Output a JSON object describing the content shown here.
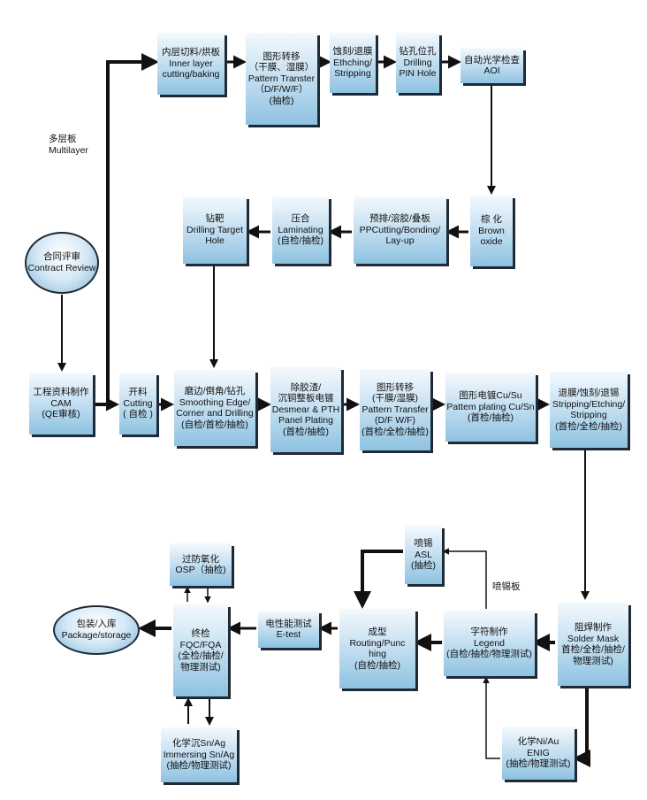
{
  "nodes": {
    "inner_layer": [
      "内层切料/烘板",
      "Inner layer",
      "cutting/baking"
    ],
    "pattern_transfer_1": [
      "图形转移",
      "（干膜、湿膜）",
      "Pattern Transter",
      "（D/F/W/F）",
      "(抽检)"
    ],
    "etching": [
      "蚀刻/退膜",
      "Ethching/",
      "Stripping"
    ],
    "drill_pin": [
      "钻孔位孔",
      "Drilling",
      "PIN Hole"
    ],
    "aoi": [
      "自动光学检查",
      "AOI"
    ],
    "brown_oxide": [
      "棕  化",
      "Brown",
      "oxide"
    ],
    "pp_cutting": [
      "预排/溶胶/叠板",
      "PPCutting/Bonding/",
      "Lay-up"
    ],
    "laminating": [
      "压合",
      "Laminating",
      "(自检/抽检)"
    ],
    "drill_target": [
      "钻靶",
      "Drilling Target",
      "Hole"
    ],
    "contract_review": [
      "合同评审",
      "Contract Review"
    ],
    "cam": [
      "工程资料制作",
      "CAM",
      "(QE审核)"
    ],
    "cutting": [
      "开料",
      "Cutting",
      "( 自检 )"
    ],
    "smoothing": [
      "磨边/倒角/钻孔",
      "Smoothing Edge/",
      "Corner and Drilling",
      "(自检/首检/抽检)"
    ],
    "desmear": [
      "除胶渣/",
      "沉铜整板电镀",
      "Desmear & PTH",
      "Panel Plating",
      "(首检/抽检)"
    ],
    "pattern_transfer_2": [
      "图形转移",
      "(干膜/湿膜)",
      "Pattern Transfer",
      "(D/F W/F)",
      "(首检/全检/抽检)"
    ],
    "pattern_plating": [
      "图形电镀Cu/Su",
      "Pattem plating Cu/Sn",
      "(首检/抽检)"
    ],
    "stripping": [
      "退膜/蚀刻/退锡",
      "Stripping/Etching/",
      "Stripping",
      "(首检/全检/抽检)"
    ],
    "solder_mask": [
      "阻焊制作",
      "Solder Mask",
      "首检/全检/抽检/",
      "物理测试)"
    ],
    "enig": [
      "化学Ni/Au",
      "ENIG",
      "(抽检/物理测试)"
    ],
    "legend": [
      "字符制作",
      "Legend",
      "(自检/抽检/物理测试)"
    ],
    "asl": [
      "喷锡",
      "ASL",
      "(抽检)"
    ],
    "routing": [
      "成型",
      "Routing/Punc",
      "hing",
      "(自检/抽检)"
    ],
    "etest": [
      "电性能测试",
      "E-test"
    ],
    "fqc": [
      "终检",
      "FQC/FQA",
      "(全检/抽检/",
      "物理测试)"
    ],
    "osp": [
      "过防氧化",
      "OSP（抽检)"
    ],
    "immersion": [
      "化学沉Sn/Ag",
      "Immersing Sn/Ag",
      "(抽检/物理测试)"
    ],
    "package": [
      "包装/入库",
      "Package/storage"
    ]
  },
  "labels": {
    "multilayer": [
      "多层板",
      "Multilayer"
    ],
    "hasl_board": [
      "喷锡板"
    ]
  },
  "colors": {
    "box_top": "#f4f9fd",
    "box_bottom": "#8ec2e1",
    "shadow": "#1e2a36",
    "arrow": "#111111"
  }
}
